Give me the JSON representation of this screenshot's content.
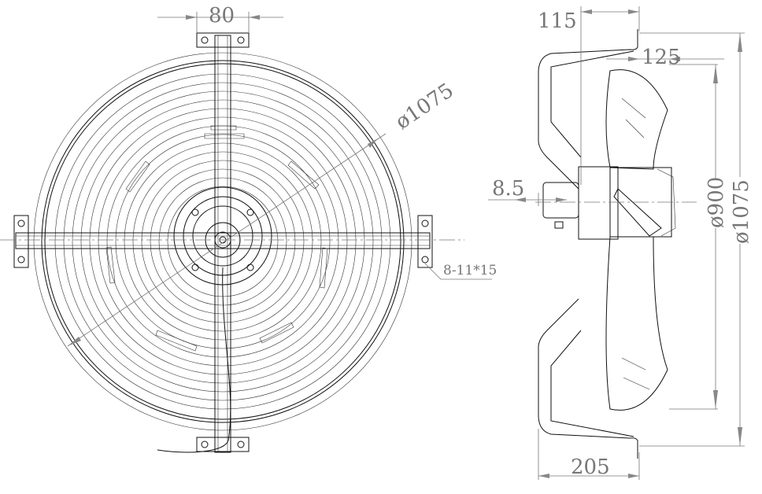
{
  "drawing": {
    "front_view": {
      "bracket_width_label": "80",
      "outer_diameter_label": "ø1075",
      "mounting_holes_label": "8-11*15"
    },
    "side_view": {
      "depth_top_label": "115",
      "flange_offset_label": "125",
      "motor_offset_label": "8.5",
      "blade_diameter_label": "ø900",
      "outer_diameter_label": "ø1075",
      "overall_depth_label": "205"
    }
  }
}
